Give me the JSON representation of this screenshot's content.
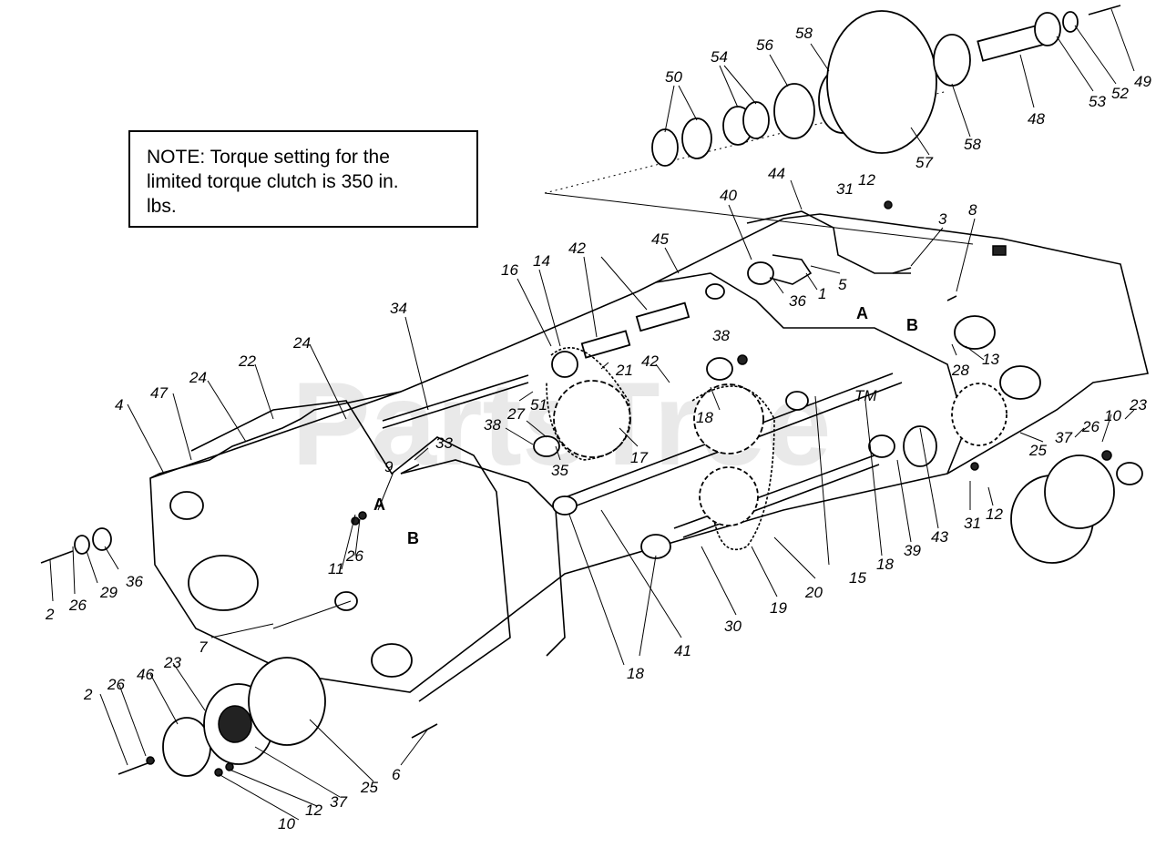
{
  "note": {
    "line1": "NOTE: Torque setting for the",
    "line2": "limited torque clutch is 350 in.",
    "line3": "lbs."
  },
  "watermark": "PartsTree",
  "watermark_tm": "TM",
  "section_marks": [
    "A",
    "B",
    "A",
    "B"
  ],
  "callouts": [
    "50",
    "54",
    "56",
    "58",
    "58",
    "57",
    "48",
    "53",
    "52",
    "49",
    "31",
    "12",
    "44",
    "40",
    "3",
    "8",
    "45",
    "5",
    "1",
    "36",
    "42",
    "16",
    "14",
    "21",
    "38",
    "42",
    "34",
    "24",
    "22",
    "24",
    "47",
    "4",
    "51",
    "27",
    "38",
    "17",
    "35",
    "33",
    "9",
    "11",
    "26",
    "18",
    "15",
    "18",
    "39",
    "43",
    "31",
    "12",
    "25",
    "37",
    "26",
    "10",
    "23",
    "28",
    "13",
    "2",
    "26",
    "29",
    "36",
    "7",
    "30",
    "19",
    "20",
    "41",
    "18",
    "2",
    "26",
    "46",
    "23",
    "10",
    "12",
    "37",
    "25",
    "6"
  ]
}
